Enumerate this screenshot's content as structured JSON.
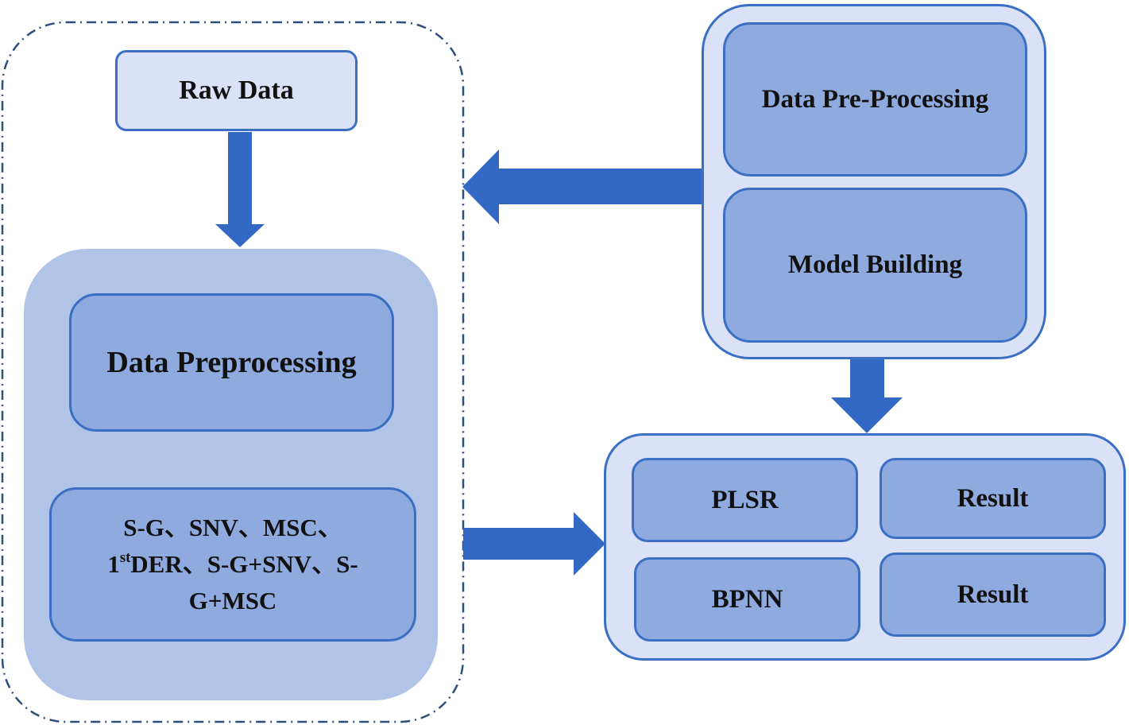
{
  "left_panel": {
    "raw_data": "Raw Data",
    "data_preprocessing": "Data Preprocessing",
    "methods_line1": "S-G、SNV、MSC、",
    "methods_line2_num": "1",
    "methods_line2_sup": "st",
    "methods_line2_rest": "DER、S-G+SNV、S-",
    "methods_line3": "G+MSC"
  },
  "right_top_panel": {
    "pre_processing": "Data Pre-Processing",
    "model_building": "Model Building"
  },
  "right_bottom_panel": {
    "plsr": "PLSR",
    "plsr_result": "Result",
    "bpnn": "BPNN",
    "bpnn_result": "Result"
  },
  "colors": {
    "arrow": "#3369c4",
    "box_border": "#3a6fc4",
    "light_fill": "#dbe1f6",
    "mid_fill": "#8eaadf",
    "pale_fill": "#b2c3e8",
    "dashed_border": "#2c4f7c"
  }
}
